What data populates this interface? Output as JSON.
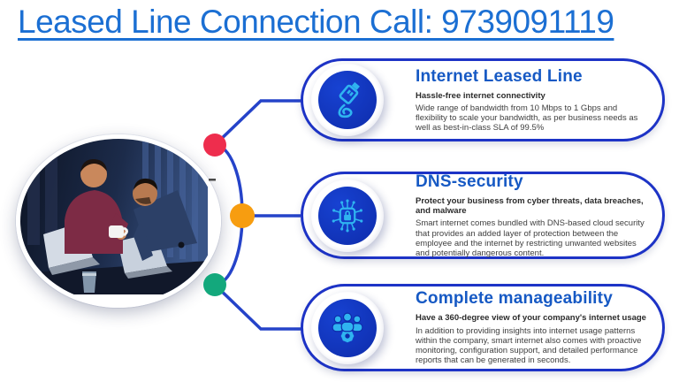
{
  "header": {
    "title": "Leased Line Connection Call: 9739091119"
  },
  "colors": {
    "header_blue": "#1b6fd3",
    "card_border_blue": "#1d33c6",
    "connector_blue": "#2543c9",
    "icon_circle_blue": "#1136c4",
    "icon_glyph_blue": "#2fb4f0",
    "card_title_blue": "#1659c4",
    "dot_red": "#ee2d4d",
    "dot_orange": "#f79d10",
    "dot_teal": "#13a87c"
  },
  "photo": {
    "description": "Two colleagues looking at laptops in a dark blue office"
  },
  "cards": [
    {
      "title": "Internet Leased Line",
      "subtitle": "Hassle-free internet connectivity",
      "body": "Wide range of bandwidth from 10 Mbps to 1 Gbps and flexibility to scale your bandwidth, as per business needs as well as best-in-class SLA of 99.5%",
      "icon": "usb-cable-icon"
    },
    {
      "title": "DNS-security",
      "subtitle": "Protect your business from cyber threats, data breaches, and malware",
      "body": "Smart internet comes bundled with DNS-based cloud security that provides an added layer of protection between the employee and the internet by restricting unwanted websites and potentially dangerous content.",
      "icon": "security-chip-icon"
    },
    {
      "title": "Complete manageability",
      "subtitle": "Have a 360-degree view of your company's internet usage",
      "body": "In addition to providing insights into internet usage patterns within the company, smart internet also comes with proactive monitoring, configuration support, and detailed performance reports that can be generated in seconds.",
      "icon": "team-gear-icon"
    }
  ]
}
